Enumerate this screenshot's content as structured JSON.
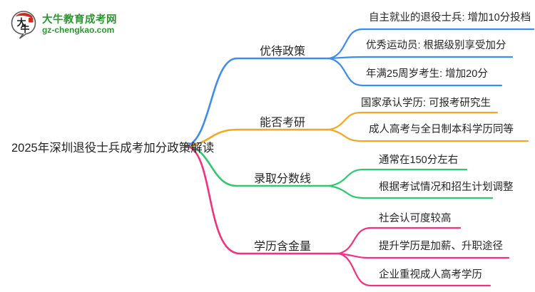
{
  "logo": {
    "name": "大牛教育成考网",
    "domain": "gz-chengkao.com",
    "icon_text": "大牛"
  },
  "central": {
    "title": "2025年深圳退役士兵成考加分政策解读"
  },
  "colors": {
    "blue": "#3D8CF0",
    "orange": "#F5A623",
    "green": "#2EC96E",
    "pink": "#F5317F",
    "logo_green": "#2E9532",
    "text": "#262626"
  },
  "branches": [
    {
      "label": "优待政策",
      "color": "#3D8CF0",
      "children": [
        "自主就业的退役士兵: 增加10分投档",
        "优秀运动员: 根据级别享受加分",
        "年满25周岁考生: 增加20分"
      ]
    },
    {
      "label": "能否考研",
      "color": "#F5A623",
      "children": [
        "国家承认学历: 可报考研究生",
        "成人高考与全日制本科学历同等"
      ]
    },
    {
      "label": "录取分数线",
      "color": "#2EC96E",
      "children": [
        "通常在150分左右",
        "根据考试情况和招生计划调整"
      ]
    },
    {
      "label": "学历含金量",
      "color": "#F5317F",
      "children": [
        "社会认可度较高",
        "提升学历是加薪、升职途径",
        "企业重视成人高考学历"
      ]
    }
  ]
}
